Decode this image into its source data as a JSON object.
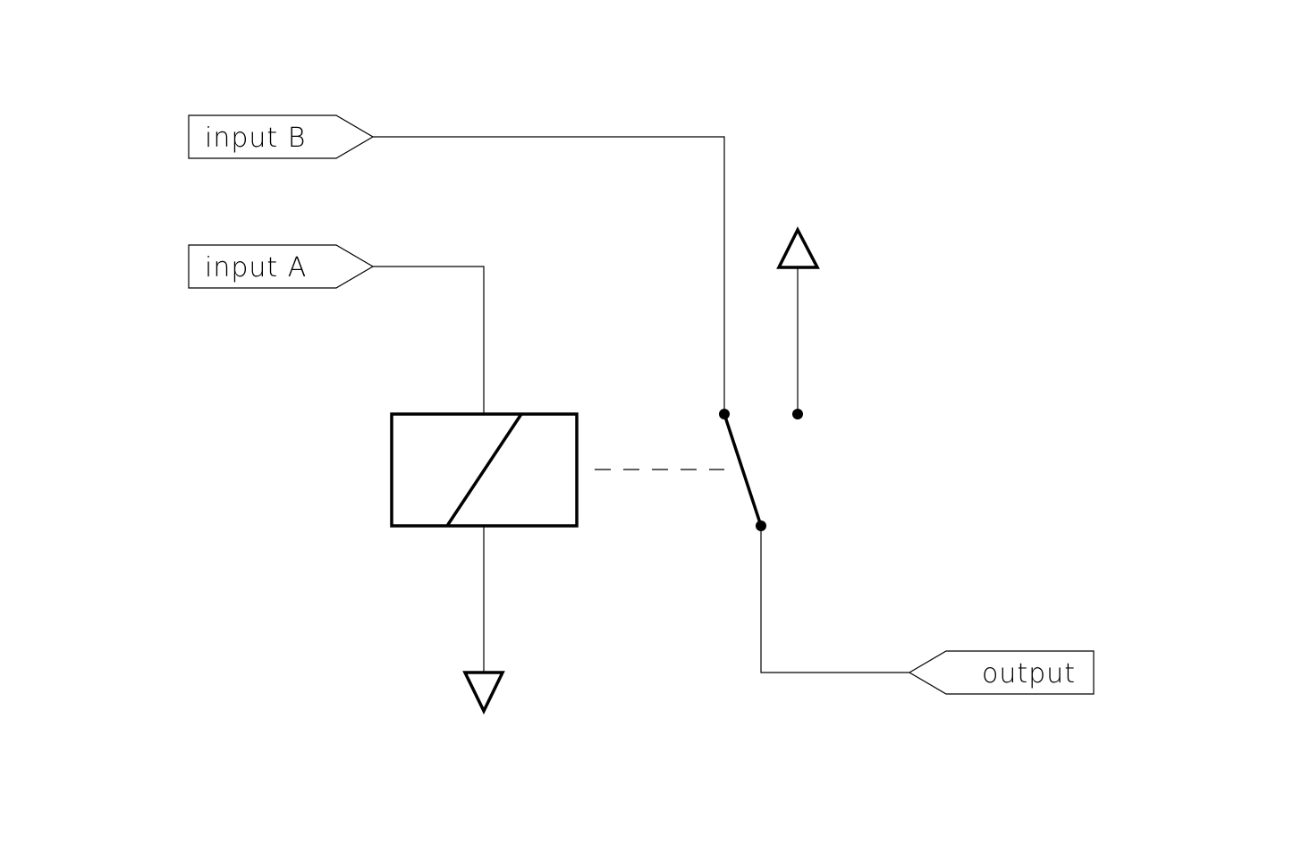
{
  "ports": {
    "input_b": {
      "label": "input B"
    },
    "input_a": {
      "label": "input A"
    },
    "output": {
      "label": "output"
    }
  },
  "components": {
    "relay_coil": {
      "symbol": "relay-coil"
    },
    "switch": {
      "symbol": "spdt-switch"
    },
    "ground": {
      "symbol": "ground-triangle-down"
    },
    "supply": {
      "symbol": "supply-triangle-up"
    }
  }
}
